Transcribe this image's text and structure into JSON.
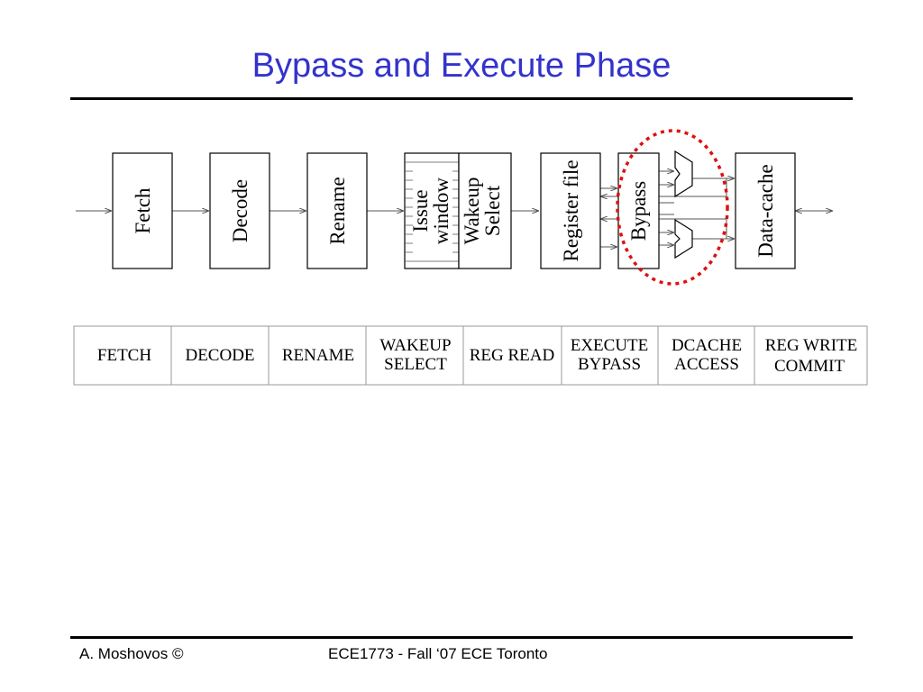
{
  "slide": {
    "title": "Bypass and Execute Phase",
    "footer_left": "A. Moshovos ©",
    "footer_center": "ECE1773 - Fall ‘07 ECE Toronto"
  },
  "pipeline": {
    "blocks": {
      "fetch": "Fetch",
      "decode": "Decode",
      "rename": "Rename",
      "issue_line1": "Issue",
      "issue_line2": "window",
      "wakeup_line1": "Wakeup",
      "wakeup_line2": "Select",
      "register_file": "Register file",
      "bypass": "Bypass",
      "data_cache": "Data-cache"
    },
    "highlight_color": "#dd1111"
  },
  "stages": {
    "fetch": "FETCH",
    "decode": "DECODE",
    "rename": "RENAME",
    "wakeup_1": "WAKEUP",
    "wakeup_2": "SELECT",
    "regread": "REG READ",
    "execute_1": "EXECUTE",
    "execute_2": "BYPASS",
    "dcache_1": "DCACHE",
    "dcache_2": "ACCESS",
    "regwrite_1": "REG WRITE",
    "regwrite_2": "COMMIT"
  }
}
